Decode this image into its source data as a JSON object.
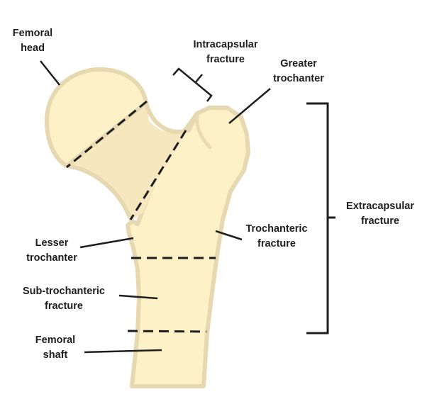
{
  "title": "Hip fracture classification — proximal femur",
  "colors": {
    "bone_fill": "#fdf2c7",
    "neck_fill": "#f6e7bf",
    "bone_outline": "#e6d8b0",
    "line": "#1e1e1e",
    "background": "#ffffff"
  },
  "labels": {
    "femoral_head": [
      "Femoral",
      "head"
    ],
    "intracapsular_fracture": [
      "Intracapsular",
      "fracture"
    ],
    "greater_trochanter": [
      "Greater",
      "trochanter"
    ],
    "extracapsular_fracture": [
      "Extracapsular",
      "fracture"
    ],
    "lesser_trochanter": [
      "Lesser",
      "trochanter"
    ],
    "trochanteric_fracture": [
      "Trochanteric",
      "fracture"
    ],
    "sub_trochanteric_fracture": [
      "Sub-trochanteric",
      "fracture"
    ],
    "femoral_shaft": [
      "Femoral",
      "shaft"
    ]
  }
}
